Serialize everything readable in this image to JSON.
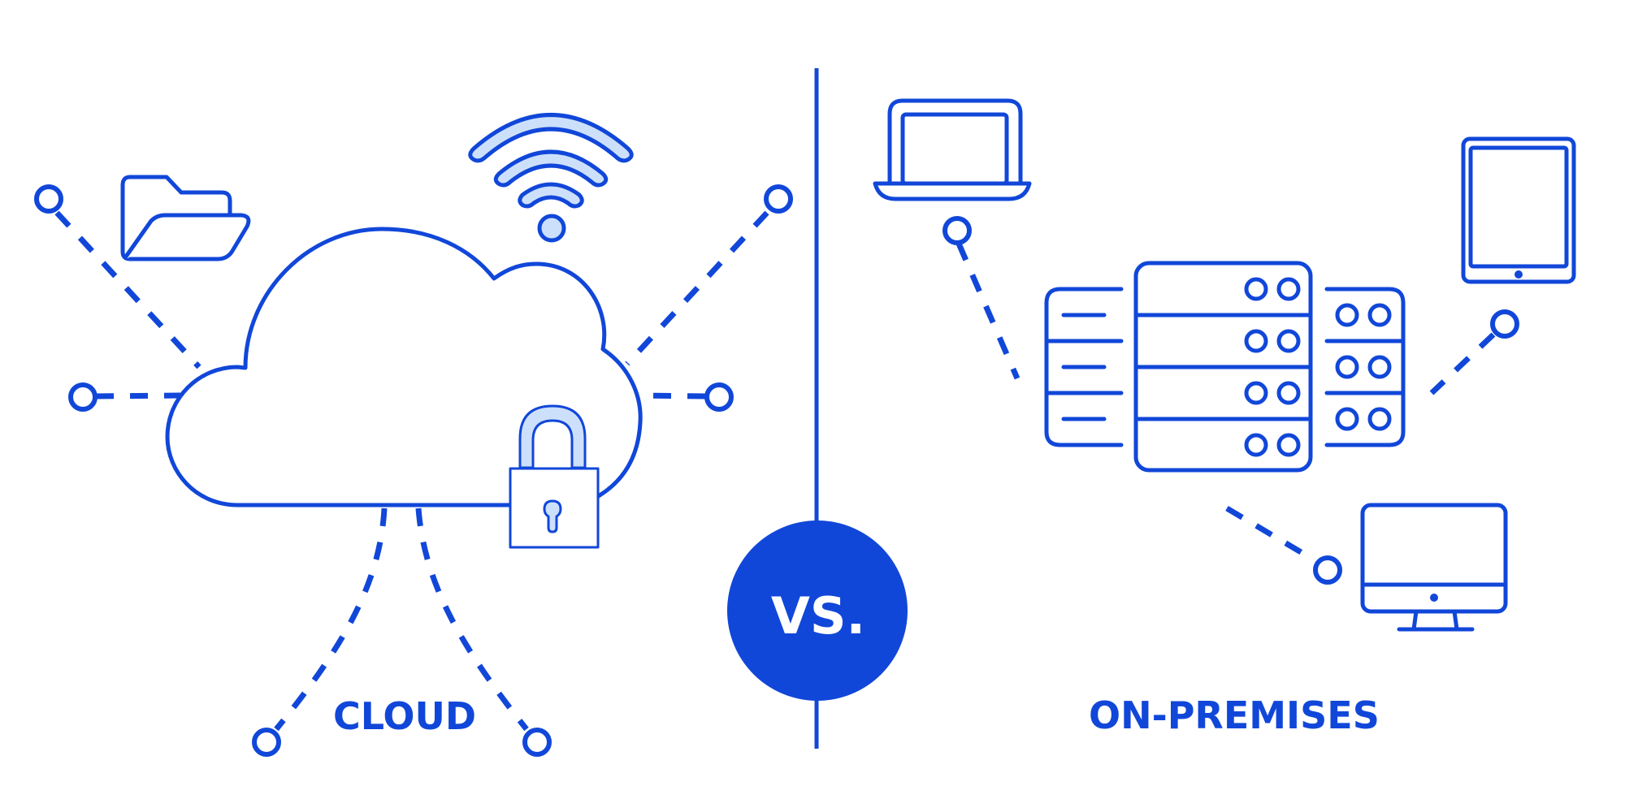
{
  "left_panel": {
    "label": "CLOUD",
    "icons": [
      "folder-icon",
      "wifi-icon",
      "cloud-icon",
      "padlock-icon"
    ],
    "connector_nodes": 6
  },
  "right_panel": {
    "label": "ON-PREMISES",
    "icons": [
      "laptop-icon",
      "server-rack-icon",
      "tablet-icon",
      "desktop-monitor-icon"
    ],
    "connector_nodes": 3
  },
  "divider": {
    "badge_text": "VS."
  },
  "colors": {
    "primary": "#1147d9",
    "light_fill": "#cde0fb",
    "background": "#ffffff"
  }
}
